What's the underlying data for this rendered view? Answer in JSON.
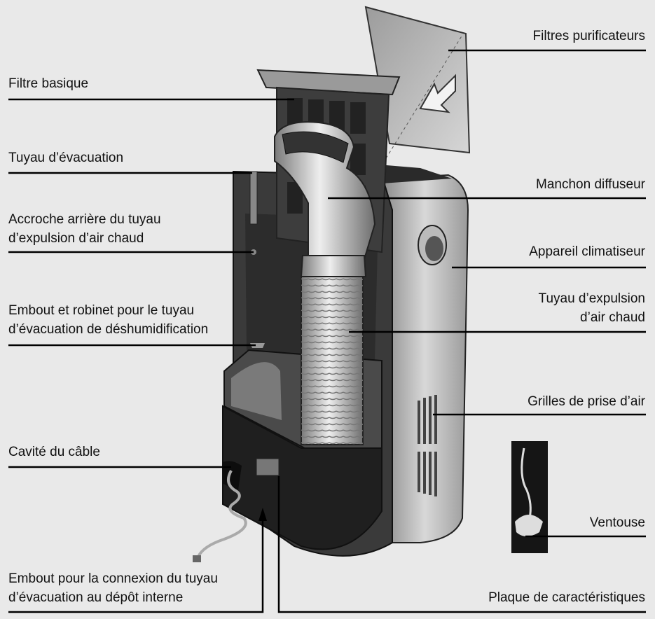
{
  "labels": {
    "filtres_purificateurs": "Filtres purificateurs",
    "filtre_basique": "Filtre basique",
    "tuyau_evacuation": "Tuyau d’évacuation",
    "manchon_diffuseur": "Manchon diffuseur",
    "accroche_line1": "Accroche arrière du tuyau",
    "accroche_line2": "d’expulsion d’air chaud",
    "appareil_climatiseur": "Appareil climatiseur",
    "embout_robinet_line1": "Embout et robinet pour le tuyau",
    "embout_robinet_line2": "d’évacuation de déshumidification",
    "tuyau_expulsion_line1": "Tuyau d’expulsion",
    "tuyau_expulsion_line2": "d’air chaud",
    "grilles_prise_air": "Grilles de prise d’air",
    "cavite_cable": "Cavité du câble",
    "ventouse": "Ventouse",
    "embout_connexion_line1": "Embout pour la connexion du tuyau",
    "embout_connexion_line2": "d’évacuation au dépôt interne",
    "plaque_caracteristiques": "Plaque de caractéristiques"
  },
  "colors": {
    "background": "#e9e9e9",
    "body_dark": "#3e3e3e",
    "panel_light": "#cfcfcf",
    "leader_line": "#000000"
  }
}
